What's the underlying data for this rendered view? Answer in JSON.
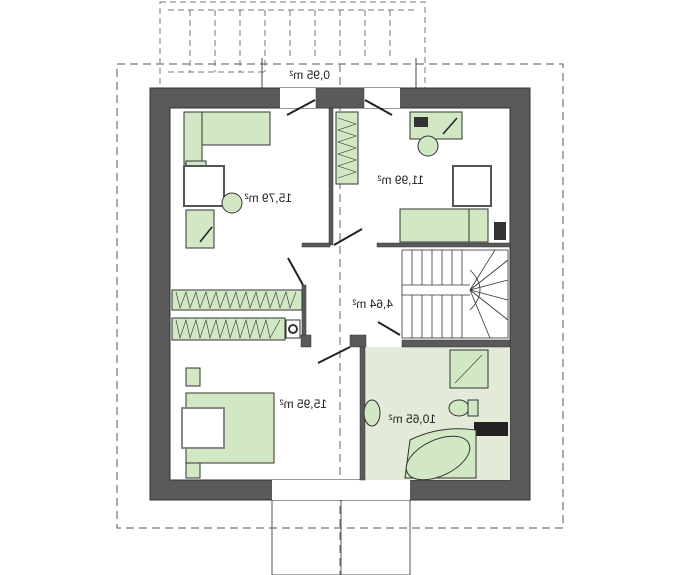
{
  "plan": {
    "title": "Floor plan - attic",
    "rooms": [
      {
        "name": "balcony",
        "area": "0,95 m²"
      },
      {
        "name": "bedroom-left-top",
        "area": "15,79 m²"
      },
      {
        "name": "bedroom-right-top",
        "area": "11,99 m²"
      },
      {
        "name": "hallway",
        "area": "4,64 m²"
      },
      {
        "name": "bedroom-bottom",
        "area": "15,95 m²"
      },
      {
        "name": "bathroom",
        "area": "10,65 m²"
      }
    ]
  },
  "colors": {
    "wall": "#5a5a5a",
    "furniture": "#d2e8c4",
    "bathroom": "#e3ebd8",
    "line": "#333333"
  }
}
